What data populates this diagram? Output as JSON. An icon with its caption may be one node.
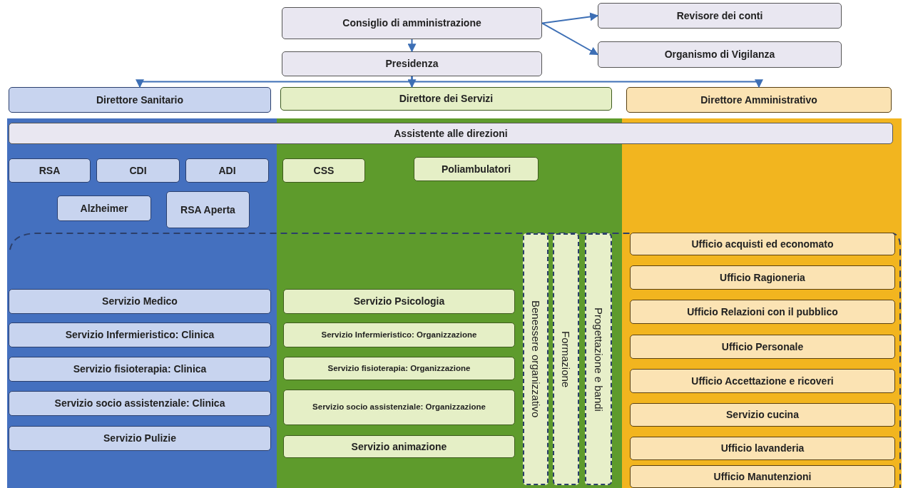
{
  "diagram": {
    "nodes": [
      {
        "text": [
          "Consiglio di amministrazione"
        ]
      },
      {
        "text": [
          "Revisore dei conti"
        ]
      },
      {
        "text": [
          "Organismo di Vigilanza"
        ]
      },
      {
        "text": [
          "Presidenza"
        ]
      },
      {
        "text": [
          "Direttore Sanitario"
        ]
      },
      {
        "text": [
          "Direttore dei Servizi"
        ]
      },
      {
        "text": [
          "Direttore Amministrativo"
        ]
      },
      {
        "text": [],
        "shape": "box"
      },
      {
        "text": [],
        "shape": "box"
      },
      {
        "text": [],
        "shape": "box"
      },
      {
        "text": [
          "Assistente alle direzioni"
        ]
      },
      {
        "text": [
          "RSA"
        ],
        "in": 7
      },
      {
        "text": [
          "CDI"
        ],
        "in": 7
      },
      {
        "text": [
          "ADI"
        ],
        "in": 7
      },
      {
        "text": [
          "Alzheimer"
        ],
        "in": 7
      },
      {
        "text": [
          "RSA Aperta"
        ],
        "in": 7
      },
      {
        "text": [
          "CSS"
        ],
        "in": 8
      },
      {
        "text": [
          "Poliambulatori"
        ],
        "in": 8
      },
      {
        "text": [
          "Servizio Medico"
        ],
        "in": 7
      },
      {
        "text": [
          "Servizio Infermieristico: Clinica"
        ],
        "in": 7
      },
      {
        "text": [
          "Servizio fisioterapia: Clinica"
        ],
        "in": 7
      },
      {
        "text": [
          "Servizio socio assistenziale: Clinica"
        ],
        "in": 7
      },
      {
        "text": [
          "Servizio Pulizie"
        ],
        "in": 7
      },
      {
        "text": [
          "Servizio Psicologia"
        ],
        "in": 8
      },
      {
        "text": [
          "Servizio Infermieristico: Organizzazione"
        ],
        "in": 8
      },
      {
        "text": [
          "Servizio fisioterapia: Organizzazione"
        ],
        "in": 8
      },
      {
        "text": [
          "Servizio socio assistenziale: Organizzazione"
        ],
        "in": 8
      },
      {
        "text": [
          "Servizio animazione"
        ],
        "in": 8
      },
      {
        "text": [
          "Benessere organizzativo"
        ],
        "in": 8
      },
      {
        "text": [
          "Formazione"
        ],
        "in": 8
      },
      {
        "text": [
          "Progettazione e bandi"
        ],
        "in": 8
      },
      {
        "text": [
          "Ufficio acquisti ed economato"
        ],
        "in": 9
      },
      {
        "text": [
          "Ufficio Ragioneria"
        ],
        "in": 9
      },
      {
        "text": [
          "Ufficio Relazioni con il pubblico"
        ],
        "in": 9
      },
      {
        "text": [
          "Ufficio Personale"
        ],
        "in": 9
      },
      {
        "text": [
          "Ufficio Accettazione e ricoveri"
        ],
        "in": 9
      },
      {
        "text": [
          "Servizio cucina"
        ],
        "in": 9
      },
      {
        "text": [
          "Ufficio lavanderia"
        ],
        "in": 9
      },
      {
        "text": [
          "Ufficio Manutenzioni"
        ],
        "in": 9
      }
    ],
    "edges": [
      {
        "from": 0,
        "to": 1,
        "arrow": "to"
      },
      {
        "from": 0,
        "to": 2,
        "arrow": "to"
      },
      {
        "from": 0,
        "to": 3,
        "arrow": "to"
      },
      {
        "from": 3,
        "to": 4,
        "arrow": "to"
      },
      {
        "from": 3,
        "to": 5,
        "arrow": "to"
      },
      {
        "from": 3,
        "to": 6,
        "arrow": "to"
      }
    ]
  }
}
